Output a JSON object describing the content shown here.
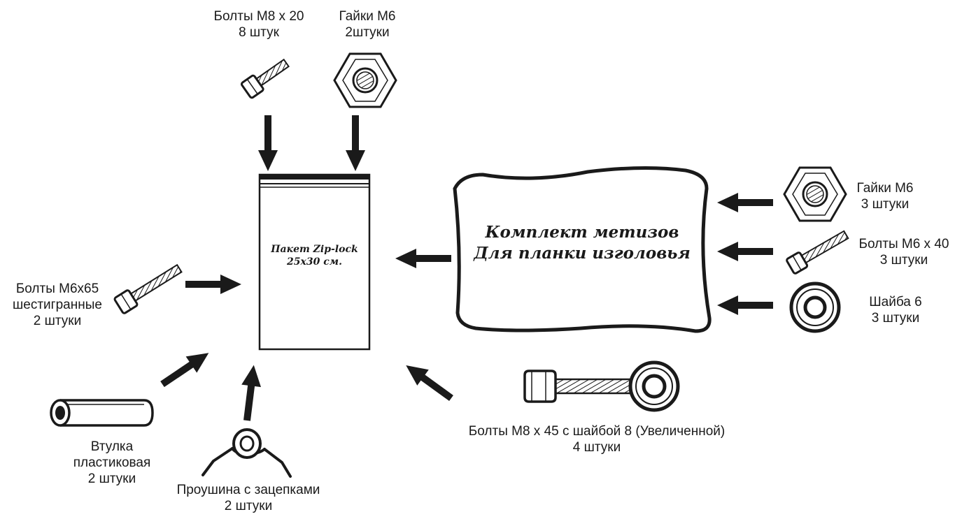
{
  "bag": {
    "line1": "Пакет Zip-lock",
    "line2": "25x30 см."
  },
  "kit": {
    "line1": "Комплект метизов",
    "line2": "Для планки изголовья"
  },
  "parts": {
    "bolts_m8x20": {
      "line1": "Болты М8 х 20",
      "line2": "8 штук"
    },
    "nuts_m6_top": {
      "line1": "Гайки М6",
      "line2": "2штуки"
    },
    "nuts_m6_right": {
      "line1": "Гайки М6",
      "line2": "3 штуки"
    },
    "bolts_m6x40": {
      "line1": "Болты М6 х 40",
      "line2": "3 штуки"
    },
    "washer_6": {
      "line1": "Шайба 6",
      "line2": "3 штуки"
    },
    "bolts_m8x45": {
      "line1": "Болты М8 х 45 с шайбой 8 (Увеличенной)",
      "line2": "4 штуки"
    },
    "bolts_m6x65": {
      "line1": "Болты М6х65",
      "line2": "шестигранные",
      "line3": "2 штуки"
    },
    "bushing": {
      "line1": "Втулка",
      "line2": "пластиковая",
      "line3": "2 штуки"
    },
    "eyelet": {
      "line1": "Проушина с зацепками",
      "line2": "2 штуки"
    }
  },
  "icons": {
    "bolt": "bolt-icon",
    "nut": "hex-nut-icon",
    "washer": "washer-icon",
    "bushing": "bushing-icon",
    "eyelet": "eyelet-clip-icon",
    "bag": "zip-lock-bag-icon",
    "kit": "hardware-kit-pouch"
  },
  "colors": {
    "ink": "#1a1a1a",
    "background": "#ffffff"
  }
}
